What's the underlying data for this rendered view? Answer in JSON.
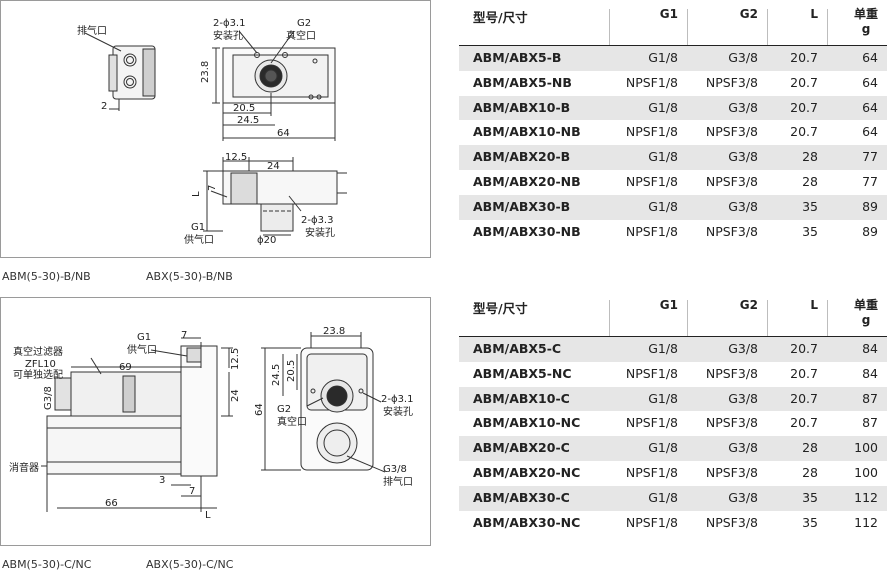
{
  "drawing1": {
    "caption_a": "ABM(5-30)-B/NB",
    "caption_b": "ABX(5-30)-B/NB",
    "labels": {
      "exhaust_port": "排气口",
      "mount_spec": "2-ϕ3.1",
      "mount_hole": "安装孔",
      "g2": "G2",
      "vacuum_port": "真空口",
      "dim_23_8": "23.8",
      "dim_2": "2",
      "dim_20_5": "20.5",
      "dim_24_5": "24.5",
      "dim_64": "64",
      "dim_12_5": "12.5",
      "dim_24": "24",
      "dim_l": "L",
      "dim_7": "7",
      "g1": "G1",
      "supply_port": "供气口",
      "dim_phi20": "ϕ20",
      "mount_spec2": "2-ϕ3.3",
      "mount_hole2": "安装孔"
    }
  },
  "drawing2": {
    "caption_a": "ABM(5-30)-C/NC",
    "caption_b": "ABX(5-30)-C/NC",
    "labels": {
      "vacuum_filter": "真空过滤器",
      "filter_model": "ZFL10",
      "optional": "可单独选配",
      "g1": "G1",
      "supply_port": "供气口",
      "dim_7a": "7",
      "dim_69": "69",
      "g3_8": "G3/8",
      "dim_12_5": "12.5",
      "dim_24": "24",
      "muffler": "消音器",
      "dim_3": "3",
      "dim_7b": "7",
      "dim_66": "66",
      "dim_l": "L",
      "dim_23_8": "23.8",
      "dim_24_5": "24.5",
      "dim_20_5": "20.5",
      "dim_64": "64",
      "mount_spec": "2-ϕ3.1",
      "mount_hole": "安装孔",
      "g2": "G2",
      "vacuum_port": "真空口",
      "g3_8b": "G3/8",
      "exhaust_port": "排气口"
    }
  },
  "table1": {
    "headers": {
      "name": "型号/尺寸",
      "g1": "G1",
      "g2": "G2",
      "l": "L",
      "w1": "单重",
      "w2": "g"
    },
    "rows": [
      {
        "name": "ABM/ABX5-B",
        "g1": "G1/8",
        "g2": "G3/8",
        "l": "20.7",
        "w": "64"
      },
      {
        "name": "ABM/ABX5-NB",
        "g1": "NPSF1/8",
        "g2": "NPSF3/8",
        "l": "20.7",
        "w": "64"
      },
      {
        "name": "ABM/ABX10-B",
        "g1": "G1/8",
        "g2": "G3/8",
        "l": "20.7",
        "w": "64"
      },
      {
        "name": "ABM/ABX10-NB",
        "g1": "NPSF1/8",
        "g2": "NPSF3/8",
        "l": "20.7",
        "w": "64"
      },
      {
        "name": "ABM/ABX20-B",
        "g1": "G1/8",
        "g2": "G3/8",
        "l": "28",
        "w": "77"
      },
      {
        "name": "ABM/ABX20-NB",
        "g1": "NPSF1/8",
        "g2": "NPSF3/8",
        "l": "28",
        "w": "77"
      },
      {
        "name": "ABM/ABX30-B",
        "g1": "G1/8",
        "g2": "G3/8",
        "l": "35",
        "w": "89"
      },
      {
        "name": "ABM/ABX30-NB",
        "g1": "NPSF1/8",
        "g2": "NPSF3/8",
        "l": "35",
        "w": "89"
      }
    ]
  },
  "table2": {
    "headers": {
      "name": "型号/尺寸",
      "g1": "G1",
      "g2": "G2",
      "l": "L",
      "w1": "单重",
      "w2": "g"
    },
    "rows": [
      {
        "name": "ABM/ABX5-C",
        "g1": "G1/8",
        "g2": "G3/8",
        "l": "20.7",
        "w": "84"
      },
      {
        "name": "ABM/ABX5-NC",
        "g1": "NPSF1/8",
        "g2": "NPSF3/8",
        "l": "20.7",
        "w": "84"
      },
      {
        "name": "ABM/ABX10-C",
        "g1": "G1/8",
        "g2": "G3/8",
        "l": "20.7",
        "w": "87"
      },
      {
        "name": "ABM/ABX10-NC",
        "g1": "NPSF1/8",
        "g2": "NPSF3/8",
        "l": "20.7",
        "w": "87"
      },
      {
        "name": "ABM/ABX20-C",
        "g1": "G1/8",
        "g2": "G3/8",
        "l": "28",
        "w": "100"
      },
      {
        "name": "ABM/ABX20-NC",
        "g1": "NPSF1/8",
        "g2": "NPSF3/8",
        "l": "28",
        "w": "100"
      },
      {
        "name": "ABM/ABX30-C",
        "g1": "G1/8",
        "g2": "G3/8",
        "l": "35",
        "w": "112"
      },
      {
        "name": "ABM/ABX30-NC",
        "g1": "NPSF1/8",
        "g2": "NPSF3/8",
        "l": "35",
        "w": "112"
      }
    ]
  }
}
